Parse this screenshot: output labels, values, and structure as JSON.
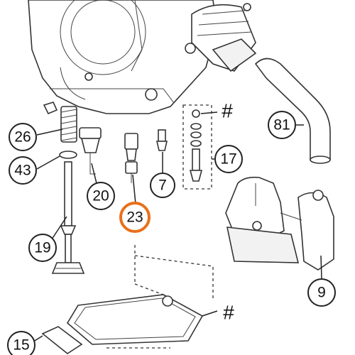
{
  "accent_color": "#e8701a",
  "callouts": {
    "c26": "26",
    "c43": "43",
    "c20": "20",
    "c23": "23",
    "c7": "7",
    "c17": "17",
    "c81": "81",
    "c19": "19",
    "c9": "9",
    "c15": "15"
  },
  "markers": {
    "hash_top": "#",
    "hash_bottom": "#"
  }
}
